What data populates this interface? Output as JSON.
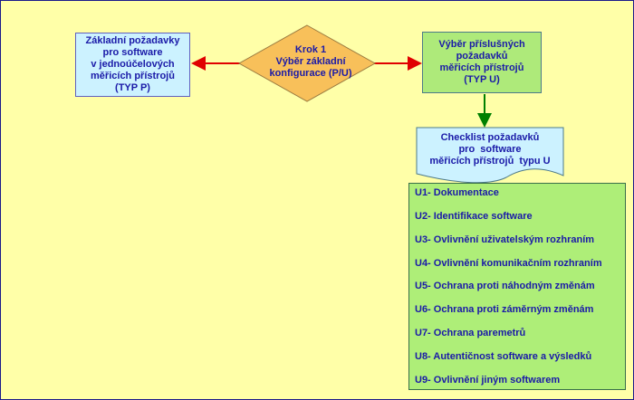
{
  "left_box": {
    "lines": [
      "Základní požadavky",
      "pro software",
      "v jednoúčelových",
      "měřicích přístrojů",
      "(TYP P)"
    ]
  },
  "decision": {
    "lines": [
      "Krok 1",
      "Výběr základní",
      "konfigurace (P/U)"
    ]
  },
  "right_box": {
    "lines": [
      "Výběr příslušných",
      "požadavků",
      "měřicích přístrojů",
      "(TYP U)"
    ]
  },
  "checklist_header": {
    "lines": [
      "Checklist požadavků",
      "pro  software",
      "měřicích přístrojů  typu U"
    ]
  },
  "requirements": [
    "U1- Dokumentace",
    "U2- Identifikace software",
    "U3- Ovlivnění uživatelským rozhraním",
    "U4- Ovlivnění komunikačním rozhraním",
    "U5- Ochrana proti náhodným změnám",
    "U6- Ochrana proti záměrným změnám",
    "U7- Ochrana paremetrů",
    "U8- Autentičnost software a výsledků",
    "U9- Ovlivnění jiným softwarem"
  ],
  "colors": {
    "background": "#FFFFA8",
    "diamond_fill": "#F8C05A",
    "left_box_fill": "#CCF2FF",
    "right_box_fill": "#AEEA7A",
    "list_fill": "#AEEE78",
    "arrow_red": "#E00000",
    "arrow_green": "#008000",
    "text": "#1a1aa8"
  }
}
